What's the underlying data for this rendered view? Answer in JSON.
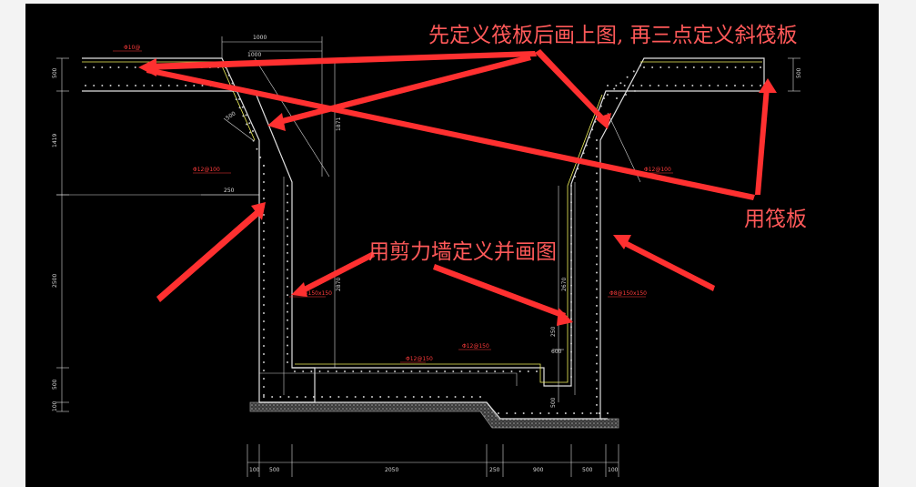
{
  "colors": {
    "background": "#000000",
    "page": "#f3f3f3",
    "structure": "#e0e0e0",
    "rebar": "#c8c8c8",
    "dimension": "#d9d9d9",
    "hatch": "#9b9b9b",
    "accent": "#f2f25a",
    "annotation": "#ff5959",
    "arrow": "#ff3030"
  },
  "annotations": {
    "top": "先定义筏板后画上图, 再三点定义斜筏板",
    "right": "用筏板",
    "middle": "用剪力墙定义并画图"
  },
  "dimensions": {
    "bottom": [
      "100",
      "500",
      "2050",
      "250",
      "900",
      "500",
      "100"
    ],
    "left": [
      "500",
      "1419",
      "2500",
      "500",
      "100"
    ],
    "top_slope": [
      "1000",
      "1000"
    ],
    "left_wall": [
      "500",
      "250"
    ],
    "center_vertical": [
      "1871",
      "2870"
    ],
    "right_wall": [
      "2670",
      "250",
      "600",
      "500"
    ],
    "right_side": [
      "500"
    ]
  },
  "rebar_notes": {
    "left_top": "Φ10@",
    "left_slope": "Φ12@100",
    "left_inner": "Φ8@150x150",
    "right_slope": "Φ12@100",
    "right_inner": "Φ8@150x150",
    "bottom_left": "Φ12@150",
    "bottom_center": "Φ12@150"
  }
}
